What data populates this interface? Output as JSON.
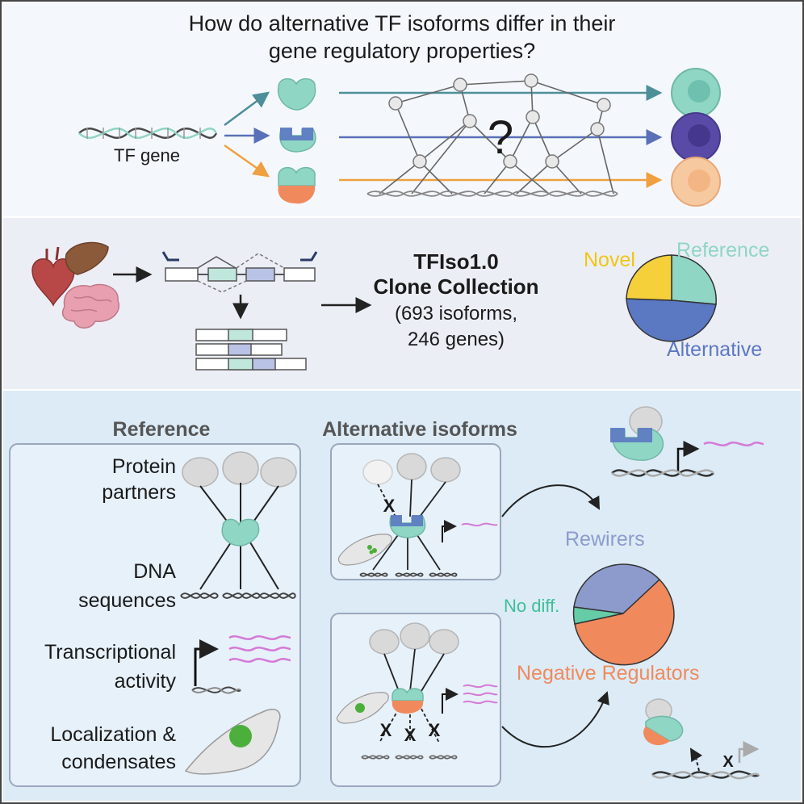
{
  "top": {
    "title_line1": "How do alternative TF isoforms differ in their",
    "title_line2": "gene regulatory properties?",
    "gene_label": "TF gene",
    "question_mark": "?"
  },
  "middle": {
    "collection_line1": "TFIso1.0",
    "collection_line2": "Clone Collection",
    "collection_line3": "(693 isoforms,",
    "collection_line4": "246 genes)",
    "pie_labels": {
      "novel": "Novel",
      "reference": "Reference",
      "alternative": "Alternative"
    }
  },
  "bottom": {
    "reference_heading": "Reference",
    "alt_heading": "Alternative isoforms",
    "protein_partners_1": "Protein",
    "protein_partners_2": "partners",
    "dna_1": "DNA",
    "dna_2": "sequences",
    "transcriptional_1": "Transcriptional",
    "transcriptional_2": "activity",
    "localization_1": "Localization &",
    "localization_2": "condensates",
    "pie_labels": {
      "rewirers": "Rewirers",
      "no_diff": "No diff.",
      "negative": "Negative Regulators"
    },
    "x_mark": "X"
  },
  "colors": {
    "teal": "#8fd6c4",
    "blue": "#5b78c2",
    "orange": "#f08a5d",
    "yellow": "#f5d03a",
    "purple_rewirer": "#8d9bcc",
    "panel_top": "#f4f8fd",
    "panel_mid": "#eceef6",
    "panel_bottom": "#dcebf6"
  }
}
